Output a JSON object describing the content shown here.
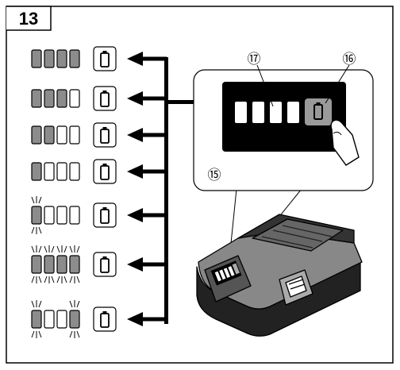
{
  "figure": {
    "number": "13",
    "callouts": {
      "main_display": "⑰",
      "check_button": "⑯",
      "indicator_panel": "⑮"
    }
  },
  "indicator_states": [
    {
      "pattern": [
        "on",
        "on",
        "on",
        "on"
      ]
    },
    {
      "pattern": [
        "on",
        "on",
        "on",
        "off"
      ]
    },
    {
      "pattern": [
        "on",
        "on",
        "off",
        "off"
      ]
    },
    {
      "pattern": [
        "on",
        "off",
        "off",
        "off"
      ]
    },
    {
      "pattern": [
        "blink",
        "off",
        "off",
        "off"
      ]
    },
    {
      "pattern": [
        "blink",
        "blink",
        "blink",
        "blink"
      ]
    },
    {
      "pattern": [
        "blink",
        "off",
        "off",
        "blink"
      ]
    }
  ]
}
